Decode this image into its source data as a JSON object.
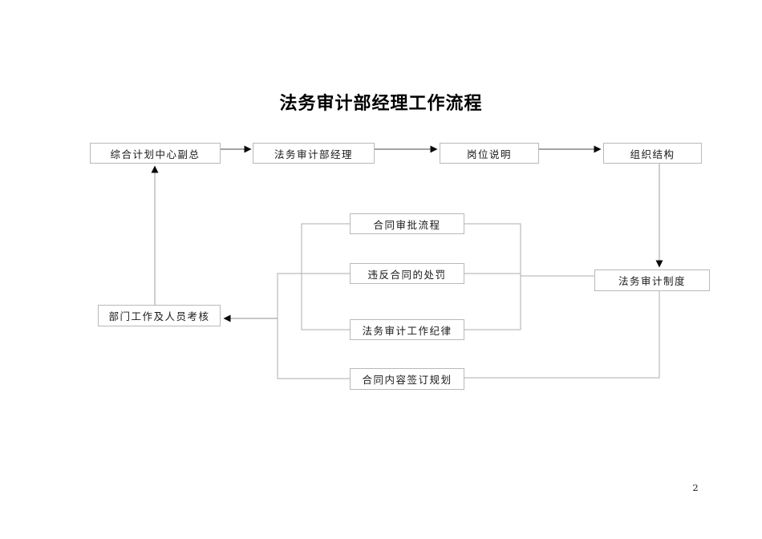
{
  "page": {
    "title": "法务审计部经理工作流程",
    "page_number": "2"
  },
  "diagram": {
    "nodes": [
      {
        "id": "vice-president",
        "label": "综合计划中心副总"
      },
      {
        "id": "dept-manager",
        "label": "法务审计部经理"
      },
      {
        "id": "job-description",
        "label": "岗位说明"
      },
      {
        "id": "org-structure",
        "label": "组织结构"
      },
      {
        "id": "contract-approval",
        "label": "合同审批流程"
      },
      {
        "id": "breach-penalty",
        "label": "违反合同的处罚"
      },
      {
        "id": "work-discipline",
        "label": "法务审计工作纪律"
      },
      {
        "id": "contract-planning",
        "label": "合同内容签订规划"
      },
      {
        "id": "audit-system",
        "label": "法务审计制度"
      },
      {
        "id": "staff-assessment",
        "label": "部门工作及人员考核"
      }
    ],
    "edges": [
      {
        "from": "综合计划中心副总",
        "to": "法务审计部经理",
        "arrow": true
      },
      {
        "from": "法务审计部经理",
        "to": "岗位说明",
        "arrow": true
      },
      {
        "from": "岗位说明",
        "to": "组织结构",
        "arrow": true
      },
      {
        "from": "组织结构",
        "to": "法务审计制度",
        "arrow": true
      },
      {
        "from": "合同审批流程",
        "to": "法务审计工作纪律",
        "arrow": false
      },
      {
        "from": "违反合同的处罚",
        "to": "合同内容签订规划",
        "arrow": false
      },
      {
        "from": "违反合同的处罚组",
        "to": "部门工作及人员考核",
        "arrow": true
      },
      {
        "from": "合同审批流程/违反合同的处罚/法务审计工作纪律",
        "to": "法务审计制度",
        "arrow": false
      },
      {
        "from": "合同内容签订规划",
        "to": "法务审计制度",
        "arrow": false
      },
      {
        "from": "部门工作及人员考核",
        "to": "综合计划中心副总",
        "arrow": true
      }
    ],
    "colors": {
      "box_border": "#b9b9b9",
      "connector_gray": "#adadad",
      "connector_dark": "#484848",
      "arrowhead": "#0a0a0a"
    }
  }
}
